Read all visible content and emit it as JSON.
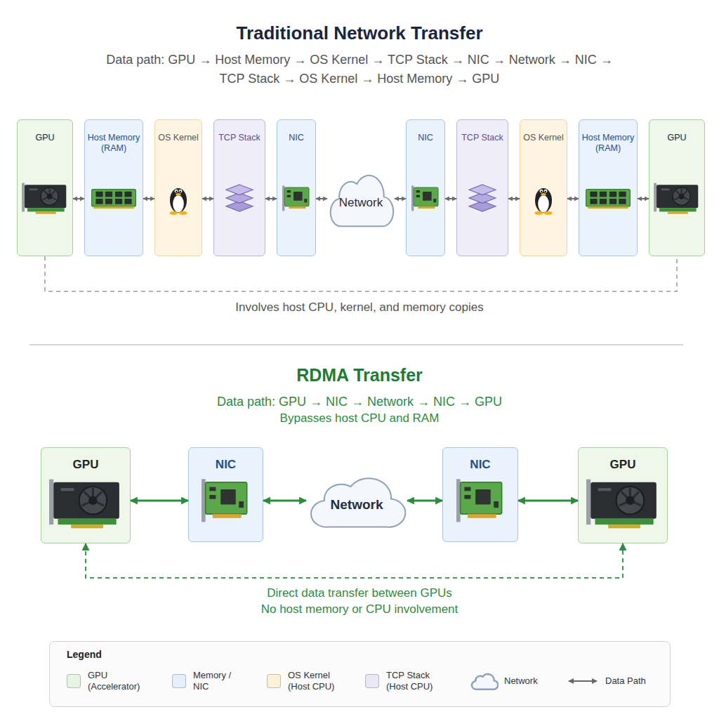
{
  "diagram": {
    "nodes": [
      {
        "text": [
          "GPU"
        ]
      },
      {
        "text": [
          "Host Memory (RAM)"
        ]
      },
      {
        "text": [
          "OS Kernel"
        ]
      },
      {
        "text": [
          "TCP Stack"
        ]
      },
      {
        "text": [
          "NIC"
        ]
      },
      {
        "text": [
          "Network"
        ]
      },
      {
        "text": [
          "NIC"
        ]
      },
      {
        "text": [
          "TCP Stack"
        ]
      },
      {
        "text": [
          "OS Kernel"
        ]
      },
      {
        "text": [
          "Host Memory (RAM)"
        ]
      },
      {
        "text": [
          "GPU"
        ]
      },
      {
        "text": [
          "GPU"
        ]
      },
      {
        "text": [
          "NIC"
        ]
      },
      {
        "text": [
          "Network"
        ]
      },
      {
        "text": [
          "NIC"
        ]
      },
      {
        "text": [
          "GPU"
        ]
      }
    ],
    "edges": [
      {
        "from": 0,
        "to": 1,
        "arrow": "both"
      },
      {
        "from": 1,
        "to": 2,
        "arrow": "both"
      },
      {
        "from": 2,
        "to": 3,
        "arrow": "both"
      },
      {
        "from": 3,
        "to": 4,
        "arrow": "both"
      },
      {
        "from": 4,
        "to": 5,
        "arrow": "both"
      },
      {
        "from": 5,
        "to": 6,
        "arrow": "both"
      },
      {
        "from": 6,
        "to": 7,
        "arrow": "both"
      },
      {
        "from": 7,
        "to": 8,
        "arrow": "both"
      },
      {
        "from": 8,
        "to": 9,
        "arrow": "both"
      },
      {
        "from": 9,
        "to": 10,
        "arrow": "both"
      },
      {
        "from": 0,
        "to": 10,
        "arrow": "none",
        "label": "Involves host CPU, kernel, and memory copies"
      },
      {
        "from": 11,
        "to": 12,
        "arrow": "both"
      },
      {
        "from": 12,
        "to": 13,
        "arrow": "both"
      },
      {
        "from": 13,
        "to": 14,
        "arrow": "both"
      },
      {
        "from": 14,
        "to": 15,
        "arrow": "both"
      },
      {
        "from": 11,
        "to": 15,
        "arrow": "both",
        "label": "Direct data transfer between GPUs"
      }
    ],
    "labels": [
      "Traditional Network Transfer",
      "Data path: GPU → Host Memory → OS Kernel → TCP Stack → NIC → Network → NIC → TCP Stack → OS Kernel → Host Memory → GPU",
      "RDMA Transfer",
      "Data path: GPU → NIC → Network → NIC → GPU",
      "Bypasses host CPU and RAM",
      "No host memory or CPU involvement",
      "Legend"
    ],
    "legend": [
      {
        "text": "GPU (Accelerator)",
        "color": "#e6f4e1"
      },
      {
        "text": "Memory / NIC",
        "color": "#e5eefa"
      },
      {
        "text": "OS Kernel (Host CPU)",
        "color": "#fcf1d9"
      },
      {
        "text": "TCP Stack (Host CPU)",
        "color": "#ebe8f6"
      },
      {
        "text": "Network"
      },
      {
        "text": "Data Path"
      }
    ]
  }
}
